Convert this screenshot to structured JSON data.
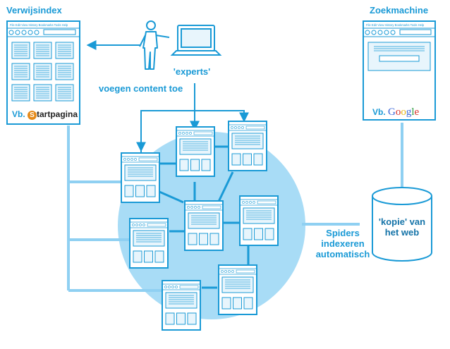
{
  "labels": {
    "directory_title": "Verwijsindex",
    "search_title": "Zoekmachine",
    "experts": "'experts'",
    "add_content": "voegen content toe",
    "spiders_line1": "Spiders",
    "spiders_line2": "indexeren",
    "spiders_line3": "automatisch",
    "copy_line1": "'kopie' van",
    "copy_line2": "het web",
    "example_prefix_left": "Vb.",
    "example_prefix_right": "Vb.",
    "startpagina_rest": "tartpagina",
    "startpagina_initial": "S",
    "google": [
      "G",
      "o",
      "o",
      "g",
      "l",
      "e"
    ]
  },
  "browser_menu_text": "File Edit View History Bookmarks Tools Help",
  "colors": {
    "primary": "#1a9ad6",
    "light_fill": "#e8f5fc",
    "bubble": "#a8dcf6",
    "connector": "#8fd0f2",
    "google": [
      "#3a66d8",
      "#d8322a",
      "#e8b818",
      "#3a66d8",
      "#2a9a3a",
      "#d8322a"
    ]
  }
}
